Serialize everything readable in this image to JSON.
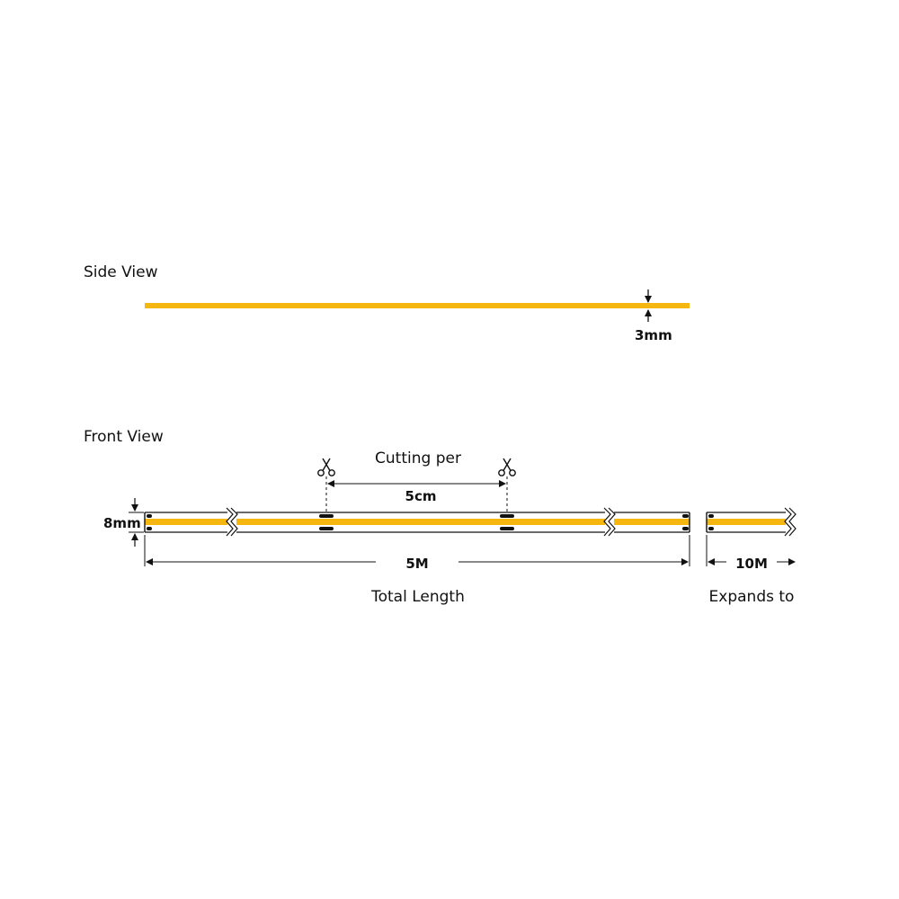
{
  "side_view": {
    "title": "Side View",
    "thickness_label": "3mm"
  },
  "front_view": {
    "title": "Front View",
    "width_label": "8mm",
    "cutting_title": "Cutting per",
    "cutting_interval": "5cm",
    "length_label": "5M",
    "total_length_caption": "Total Length",
    "expand_length_label": "10M",
    "expands_caption": "Expands to"
  },
  "colors": {
    "led_strip": "#F5B70F",
    "outline": "#111111",
    "cut_pad": "#111111",
    "background": "#FFFFFF"
  },
  "icons": {
    "cut_marker": "scissors-icon",
    "break_marker": "zigzag-break-icon"
  }
}
